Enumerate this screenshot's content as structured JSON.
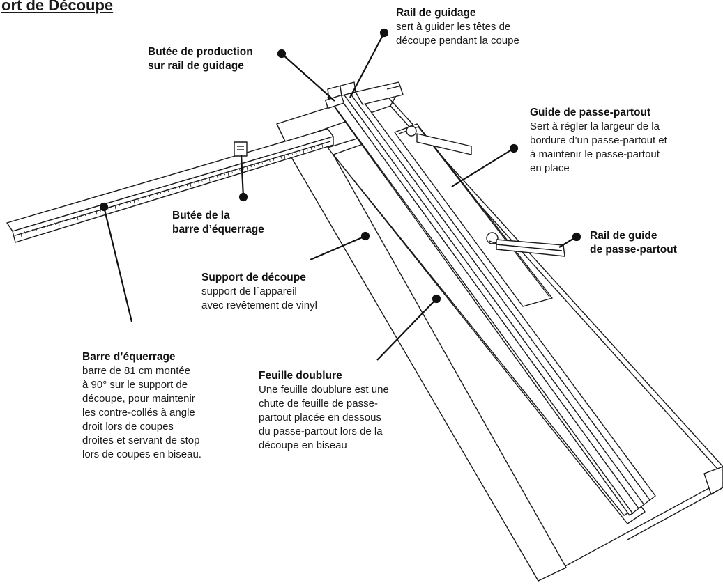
{
  "page_title": "ort de Découpe",
  "callouts": {
    "rail_guidage": {
      "title": "Rail de guidage",
      "lines": [
        "sert à guider les têtes de",
        "découpe pendant la coupe"
      ]
    },
    "butee_production": {
      "title_lines": [
        "Butée de production",
        "sur rail de guidage"
      ]
    },
    "guide_passe_partout": {
      "title": "Guide de passe-partout",
      "lines": [
        "Sert à régler la largeur de la",
        "bordure d’un passe-partout et",
        "à maintenir le passe-partout",
        "en place"
      ]
    },
    "butee_barre": {
      "title_lines": [
        "Butée de la",
        "barre d’équerrage"
      ]
    },
    "rail_guide_pp": {
      "title_lines": [
        "Rail de guide",
        "de passe-partout"
      ]
    },
    "support_decoupe": {
      "title": "Support de découpe",
      "lines": [
        "support de l´appareil",
        "avec revêtement de vinyl"
      ]
    },
    "barre_equerrage": {
      "title": "Barre d’équerrage",
      "lines": [
        "barre de 81 cm  montée",
        "à 90° sur le support de",
        "découpe, pour maintenir",
        "les contre-collés à angle",
        "droit lors de coupes",
        "droites et servant de stop",
        "lors de coupes en biseau."
      ]
    },
    "feuille_doublure": {
      "title": "Feuille doublure",
      "lines": [
        "Une feuille doublure est une",
        "chute de feuille de passe-",
        "partout placée en dessous",
        "du passe-partout lors de la",
        "découpe en biseau"
      ]
    }
  }
}
